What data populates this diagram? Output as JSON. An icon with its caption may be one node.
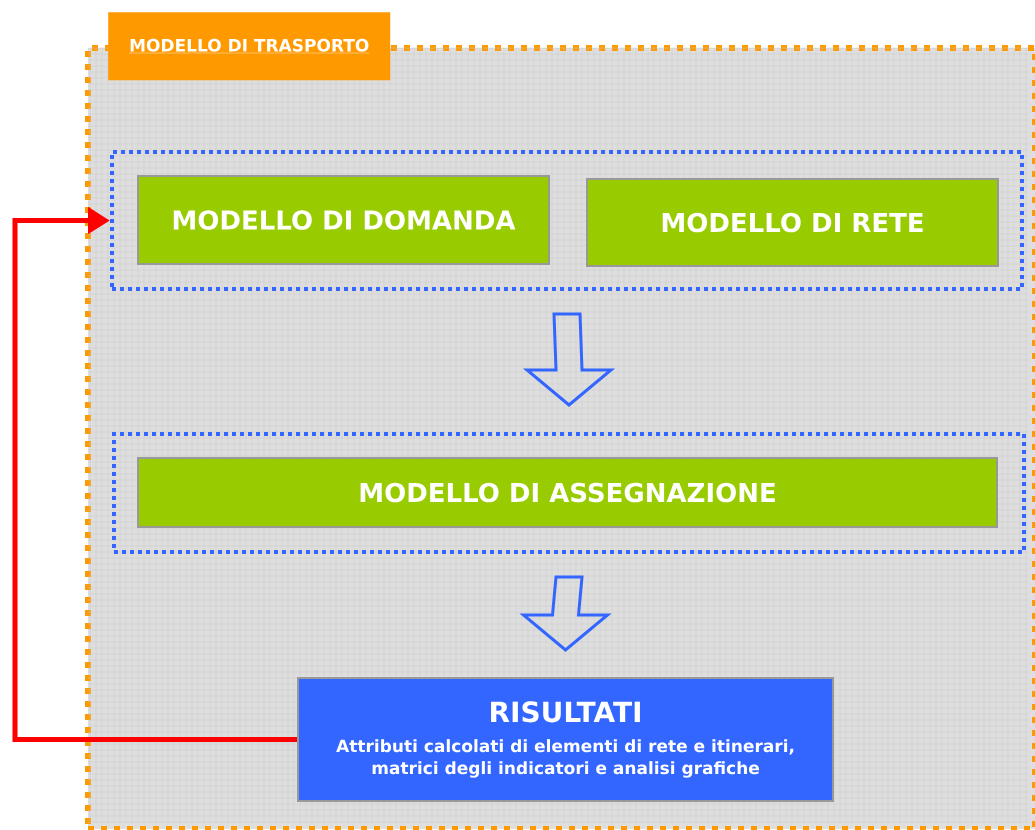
{
  "diagram": {
    "nodes": [
      {
        "text": [
          "MODELLO DI TRASPORTO"
        ]
      },
      {
        "text": [],
        "shape": "box",
        "in": 0
      },
      {
        "text": [
          "MODELLO DI DOMANDA"
        ],
        "in": 1
      },
      {
        "text": [
          "MODELLO DI RETE"
        ],
        "in": 1
      },
      {
        "text": [],
        "shape": "box",
        "in": 0
      },
      {
        "text": [
          "MODELLO DI ASSEGNAZIONE"
        ],
        "in": 4
      },
      {
        "text": [
          "RISULTATI",
          "Attributi calcolati di elementi di rete e itinerari, matrici degli indicatori e analisi grafiche"
        ],
        "in": 0
      }
    ],
    "edges": [
      {
        "from": 1,
        "to": 4,
        "arrow": "to"
      },
      {
        "from": 4,
        "to": 6,
        "arrow": "to"
      },
      {
        "from": 6,
        "to": 1,
        "arrow": "to",
        "color": "#ff0000"
      }
    ]
  }
}
